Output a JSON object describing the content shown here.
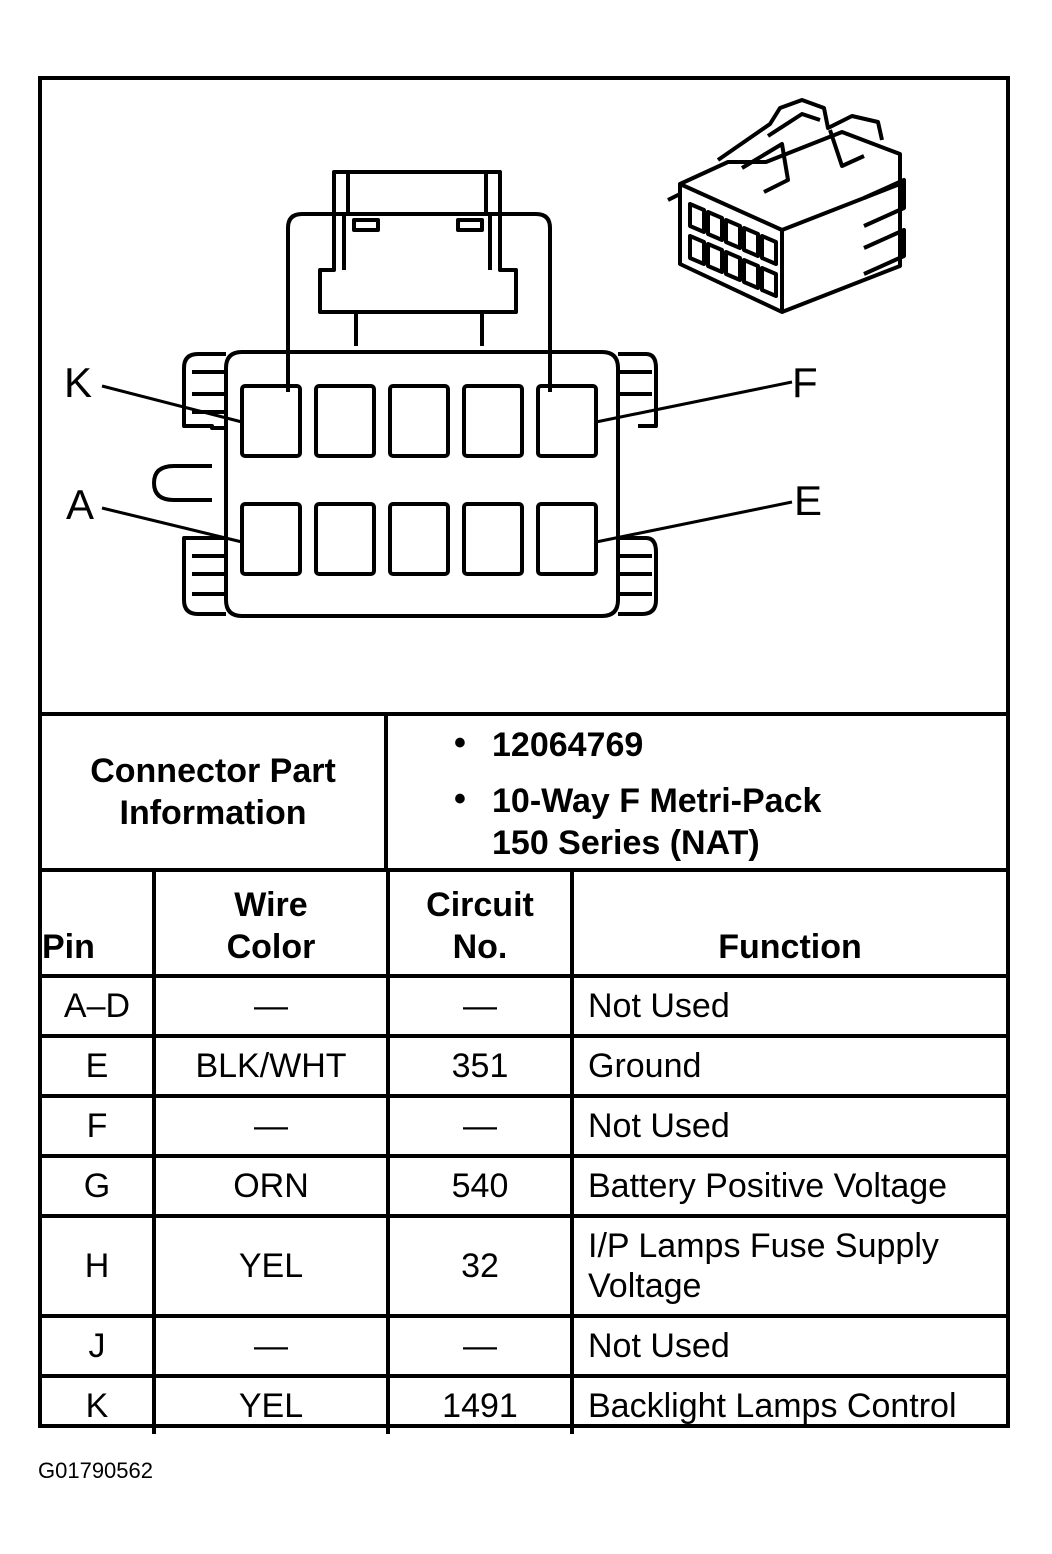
{
  "pin_labels": {
    "k": "K",
    "a": "A",
    "f": "F",
    "e": "E"
  },
  "part_info": {
    "label_line1": "Connector Part",
    "label_line2": "Information",
    "bullet": "•",
    "part_number": "12064769",
    "desc_line1": "10-Way F Metri-Pack",
    "desc_line2": "150 Series (NAT)"
  },
  "table": {
    "headers": {
      "pin": "Pin",
      "wire_line1": "Wire",
      "wire_line2": "Color",
      "circuit_line1": "Circuit",
      "circuit_line2": "No.",
      "function": "Function"
    },
    "rows": [
      {
        "pin": "A–D",
        "color": "—",
        "circuit": "—",
        "function": "Not Used"
      },
      {
        "pin": "E",
        "color": "BLK/WHT",
        "circuit": "351",
        "function": "Ground"
      },
      {
        "pin": "F",
        "color": "—",
        "circuit": "—",
        "function": "Not Used"
      },
      {
        "pin": "G",
        "color": "ORN",
        "circuit": "540",
        "function": "Battery Positive Voltage"
      },
      {
        "pin": "H",
        "color": "YEL",
        "circuit": "32",
        "function_line1": "I/P Lamps Fuse Supply",
        "function_line2": "Voltage"
      },
      {
        "pin": "J",
        "color": "—",
        "circuit": "—",
        "function": "Not Used"
      },
      {
        "pin": "K",
        "color": "YEL",
        "circuit": "1491",
        "function": "Backlight Lamps Control"
      }
    ]
  },
  "figure_code": "G01790562"
}
